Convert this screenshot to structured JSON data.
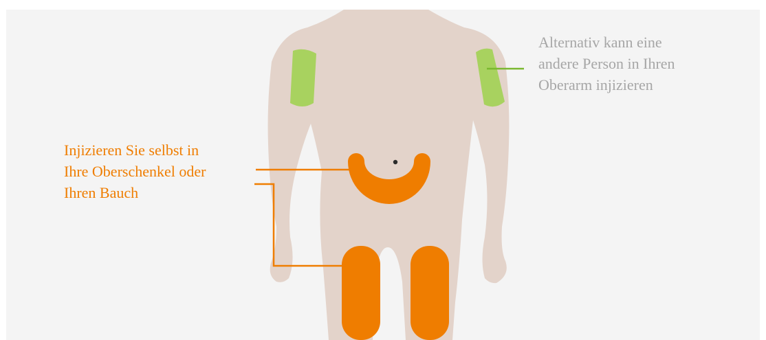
{
  "colors": {
    "background": "#f4f4f4",
    "body": "#e3d3ca",
    "self_injection": "#ef7d00",
    "other_person_injection": "#a8d25f",
    "other_person_leader": "#7ab82f",
    "alt_text": "#a6a6a6"
  },
  "self_injection_caption": {
    "lines": [
      "Injizieren Sie selbst in",
      "Ihre Oberschenkel oder",
      "Ihren Bauch"
    ]
  },
  "other_person_caption": {
    "lines": [
      "Alternativ kann eine",
      "andere Person in Ihren",
      "Oberarm injizieren"
    ]
  }
}
